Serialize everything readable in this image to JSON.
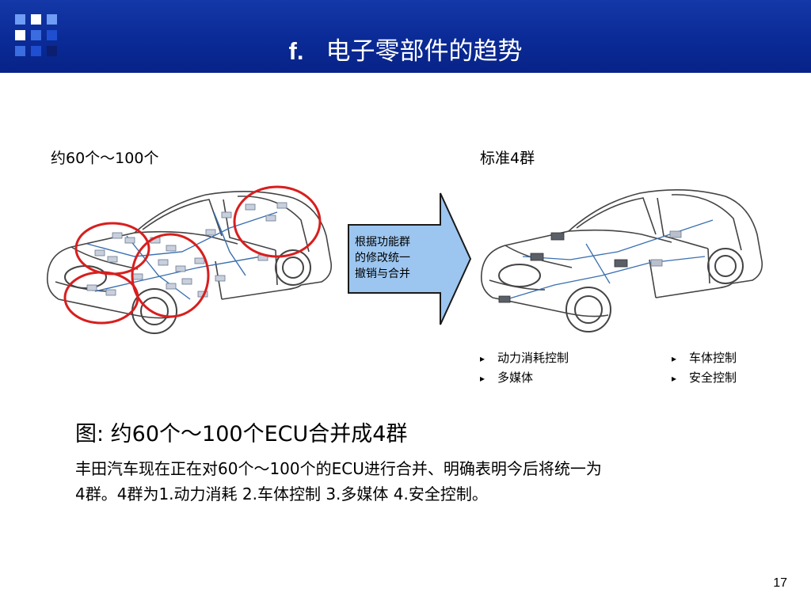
{
  "header": {
    "prefix": "f.",
    "title": "电子零部件的趋势",
    "logo_colors": [
      "#5d8ff0",
      "#ffffff",
      "#2b5fd8",
      "#0a1f7a"
    ]
  },
  "left_label": "约60个～100个",
  "right_label": "标准4群",
  "arrow": {
    "line1": "根据功能群",
    "line2": "的修改统一",
    "line3": "撤销与合并",
    "color": "#9cc6f0"
  },
  "bullets_left": [
    "动力消耗控制",
    "多媒体"
  ],
  "bullets_right": [
    "车体控制",
    "安全控制"
  ],
  "caption": "图:  约60个～100个ECU合并成4群",
  "body": {
    "line1": "丰田汽车现在正在对60个～100个的ECU进行合并、明确表明今后将统一为",
    "line2": "4群。4群为1.动力消耗 2.车体控制 3.多媒体 4.安全控制。"
  },
  "page_number": "17",
  "colors": {
    "header": "#0a2a96",
    "circle": "#d81e1e",
    "wiring": "#3a6fb0"
  }
}
